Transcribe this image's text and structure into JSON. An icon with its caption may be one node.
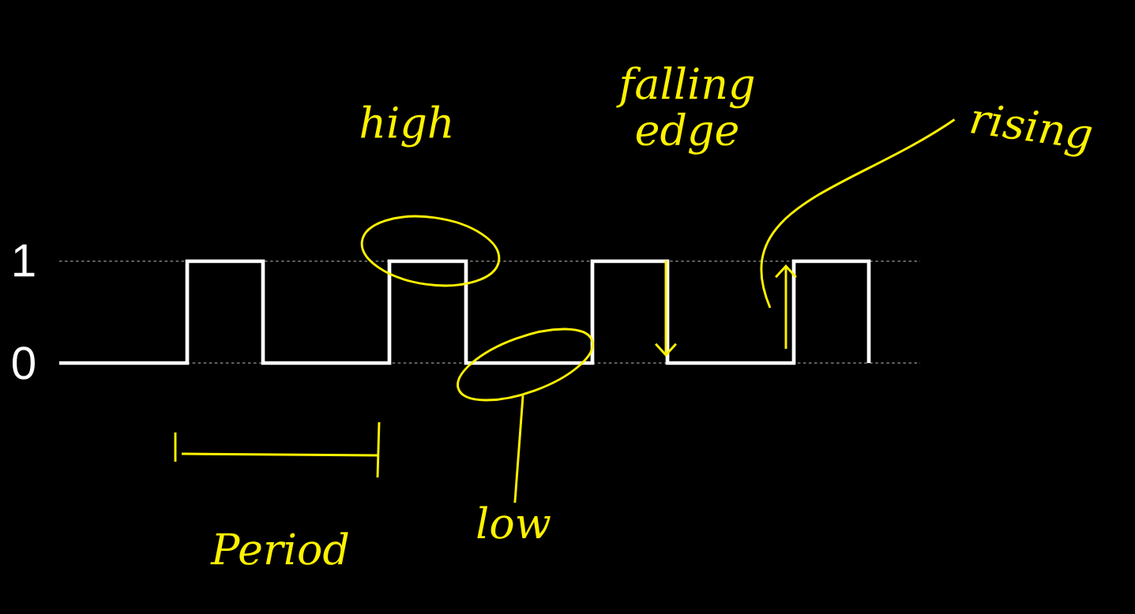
{
  "diagram": {
    "nodes": [
      {
        "text": [
          "high"
        ]
      },
      {
        "text": [],
        "shape": "circle"
      },
      {
        "text": [
          "falling edge"
        ]
      },
      {
        "text": [
          "rising"
        ]
      },
      {
        "text": [],
        "shape": "circle"
      },
      {
        "text": [
          "low"
        ]
      }
    ],
    "edges": [
      {
        "from": 5,
        "to": 4,
        "arrow": "none"
      },
      {
        "from": 3,
        "to": null,
        "arrow": "none"
      }
    ],
    "labels": [
      "1",
      "0",
      "Period"
    ]
  }
}
